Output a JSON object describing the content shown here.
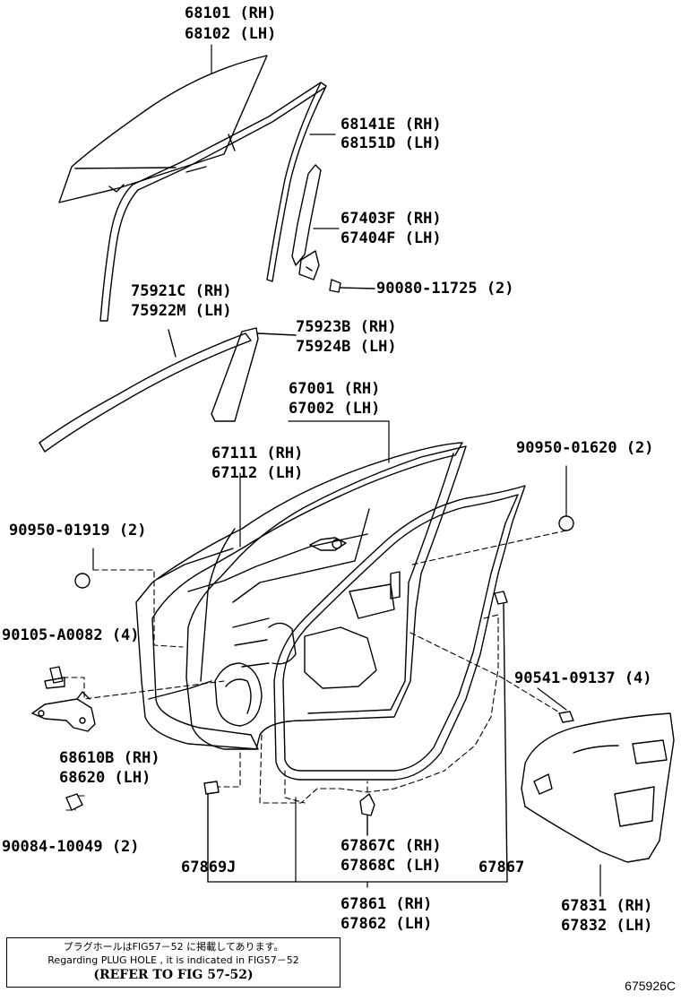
{
  "labels": {
    "glass": [
      "68101 (RH)",
      "68102 (LH)"
    ],
    "run_channel": [
      "68141E (RH)",
      "68151D (LH)"
    ],
    "center_frame": [
      "67403F (RH)",
      "67404F (LH)"
    ],
    "screw": "90080-11725 (2)",
    "belt_moulding": [
      "75921C (RH)",
      "75922M (LH)"
    ],
    "pillar_garnish": [
      "75923B (RH)",
      "75924B (LH)"
    ],
    "door_panel": [
      "67001 (RH)",
      "67002 (LH)"
    ],
    "outer_panel": [
      "67111 (RH)",
      "67112 (LH)"
    ],
    "hole_plug_right": "90950-01620 (2)",
    "hole_plug_left": "90950-01919 (2)",
    "hinge_bolt": "90105-A0082 (4)",
    "clip": "90541-09137 (4)",
    "hinge": [
      "68610B (RH)",
      "68620 (LH)"
    ],
    "hinge_screw": "90084-10049 (2)",
    "clip_a": "67869J",
    "weatherstrip_clip": [
      "67867C (RH)",
      "67868C (LH)"
    ],
    "clip_b": "67867",
    "weatherstrip": [
      "67861 (RH)",
      "67862 (LH)"
    ],
    "service_cover": [
      "67831 (RH)",
      "67832 (LH)"
    ]
  },
  "note": {
    "line1": "プラグホールはFIG57－52 に掲載してあります。",
    "line2": "Regarding  PLUG HOLE ,  it is  indicated  in  FIG57－52",
    "line3": "(REFER  TO  FIG  57-52)"
  },
  "diagram_id": "675926C"
}
